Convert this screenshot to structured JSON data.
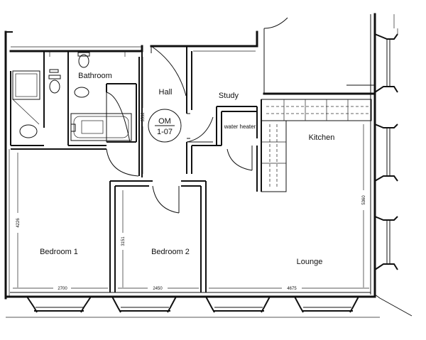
{
  "rooms": {
    "bathroom": "Bathroom",
    "hall": "Hall",
    "study": "Study",
    "water_heater": "water heater",
    "kitchen": "Kitchen",
    "bedroom1": "Bedroom 1",
    "bedroom2": "Bedroom 2",
    "lounge": "Lounge"
  },
  "stamp": {
    "line1": "OM",
    "line2": "1-07"
  },
  "dimensions": {
    "hall_height": "3532",
    "bedroom1_height": "4226",
    "bedroom2_height": "3151",
    "lounge_height": "5360",
    "bedroom1_width": "2700",
    "bedroom2_width": "2450",
    "lounge_width": "4675"
  }
}
